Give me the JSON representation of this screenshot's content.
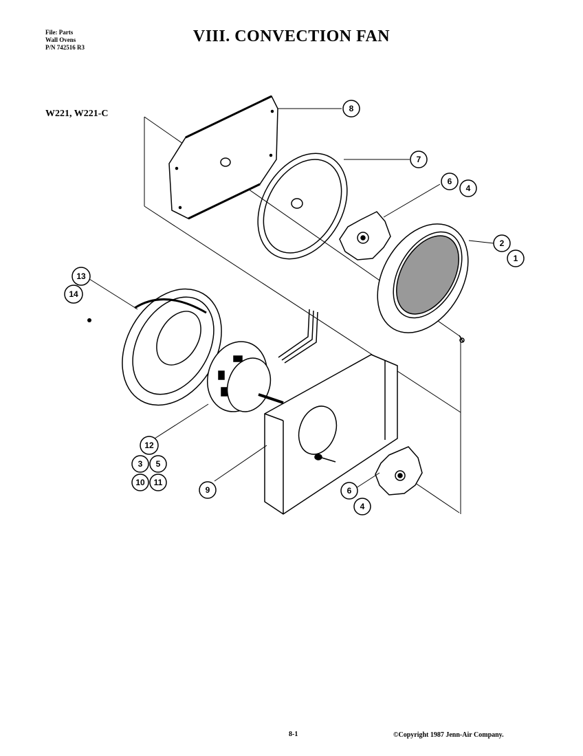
{
  "header": {
    "file_line1": "File: Parts",
    "file_line2": "Wall Ovens",
    "file_line3": "P/N 742516 R3",
    "title": "VIII.  CONVECTION FAN"
  },
  "model_label": "W221, W221-C",
  "callouts": {
    "c8": "8",
    "c7": "7",
    "c6a": "6",
    "c4a": "4",
    "c2": "2",
    "c1": "1",
    "c13": "13",
    "c14": "14",
    "c12": "12",
    "c3": "3",
    "c5": "5",
    "c10": "10",
    "c11": "11",
    "c9": "9",
    "c6b": "6",
    "c4b": "4"
  },
  "footer": {
    "page_number": "8-1",
    "copyright": "©Copyright 1987 Jenn-Air Company."
  }
}
